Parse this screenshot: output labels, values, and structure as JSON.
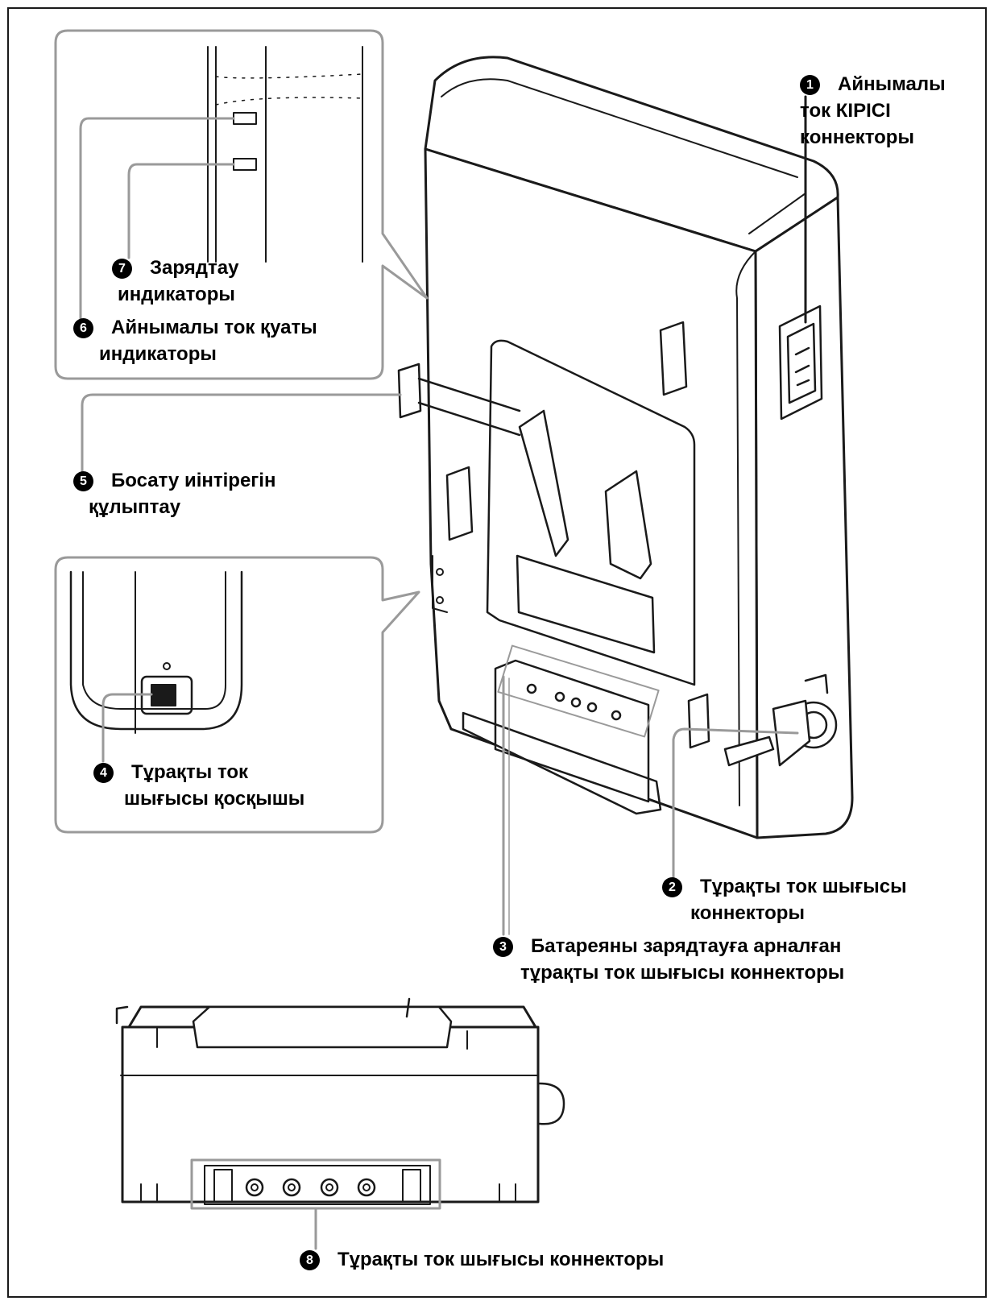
{
  "labels": {
    "l1": {
      "num": "1",
      "lines": [
        "Айнымалы",
        "ток КІРІСІ",
        "коннекторы"
      ]
    },
    "l2": {
      "num": "2",
      "lines": [
        "Тұрақты ток шығысы",
        "коннекторы"
      ]
    },
    "l3": {
      "num": "3",
      "lines": [
        "Батареяны зарядтауға арналған",
        "тұрақты ток шығысы коннекторы"
      ]
    },
    "l4": {
      "num": "4",
      "lines": [
        "Тұрақты ток",
        "шығысы қосқышы"
      ]
    },
    "l5": {
      "num": "5",
      "lines": [
        "Босату иінтірегін",
        "құлыптау"
      ]
    },
    "l6": {
      "num": "6",
      "lines": [
        "Айнымалы ток қуаты",
        "индикаторы"
      ]
    },
    "l7": {
      "num": "7",
      "lines": [
        "Зарядтау",
        "индикаторы"
      ]
    },
    "l8": {
      "num": "8",
      "lines": [
        "Тұрақты ток шығысы коннекторы"
      ]
    }
  },
  "colors": {
    "ink": "#1a1a1a",
    "callout": "#9a9a9a",
    "panel_bg": "#ffffff",
    "frame": "#1a1a1a"
  }
}
